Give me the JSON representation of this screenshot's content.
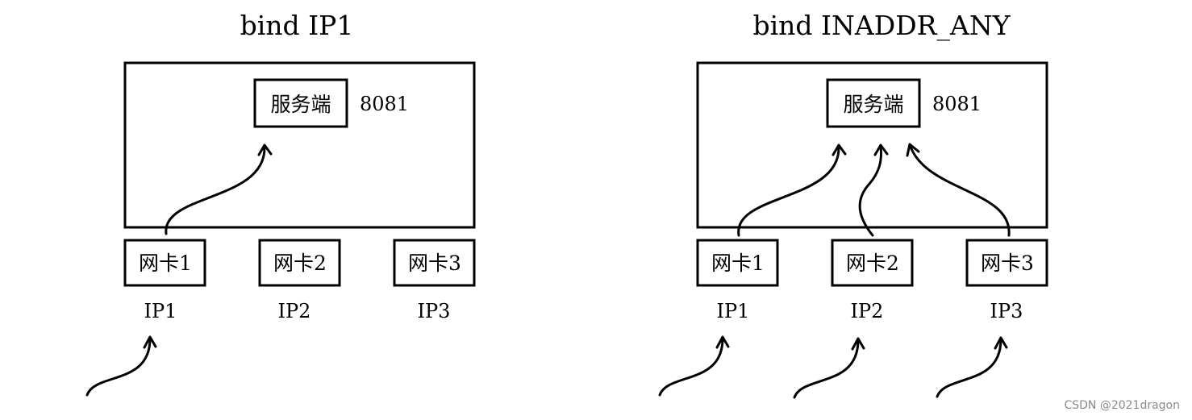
{
  "left_panel": {
    "title": "bind IP1",
    "server_label": "服务端",
    "port": "8081",
    "nics": [
      "网卡1",
      "网卡2",
      "网卡3"
    ],
    "ips": [
      "IP1",
      "IP2",
      "IP3"
    ]
  },
  "right_panel": {
    "title": "bind INADDR_ANY",
    "server_label": "服务端",
    "port": "8081",
    "nics": [
      "网卡1",
      "网卡2",
      "网卡3"
    ],
    "ips": [
      "IP1",
      "IP2",
      "IP3"
    ]
  },
  "watermark": "CSDN @2021dragon"
}
